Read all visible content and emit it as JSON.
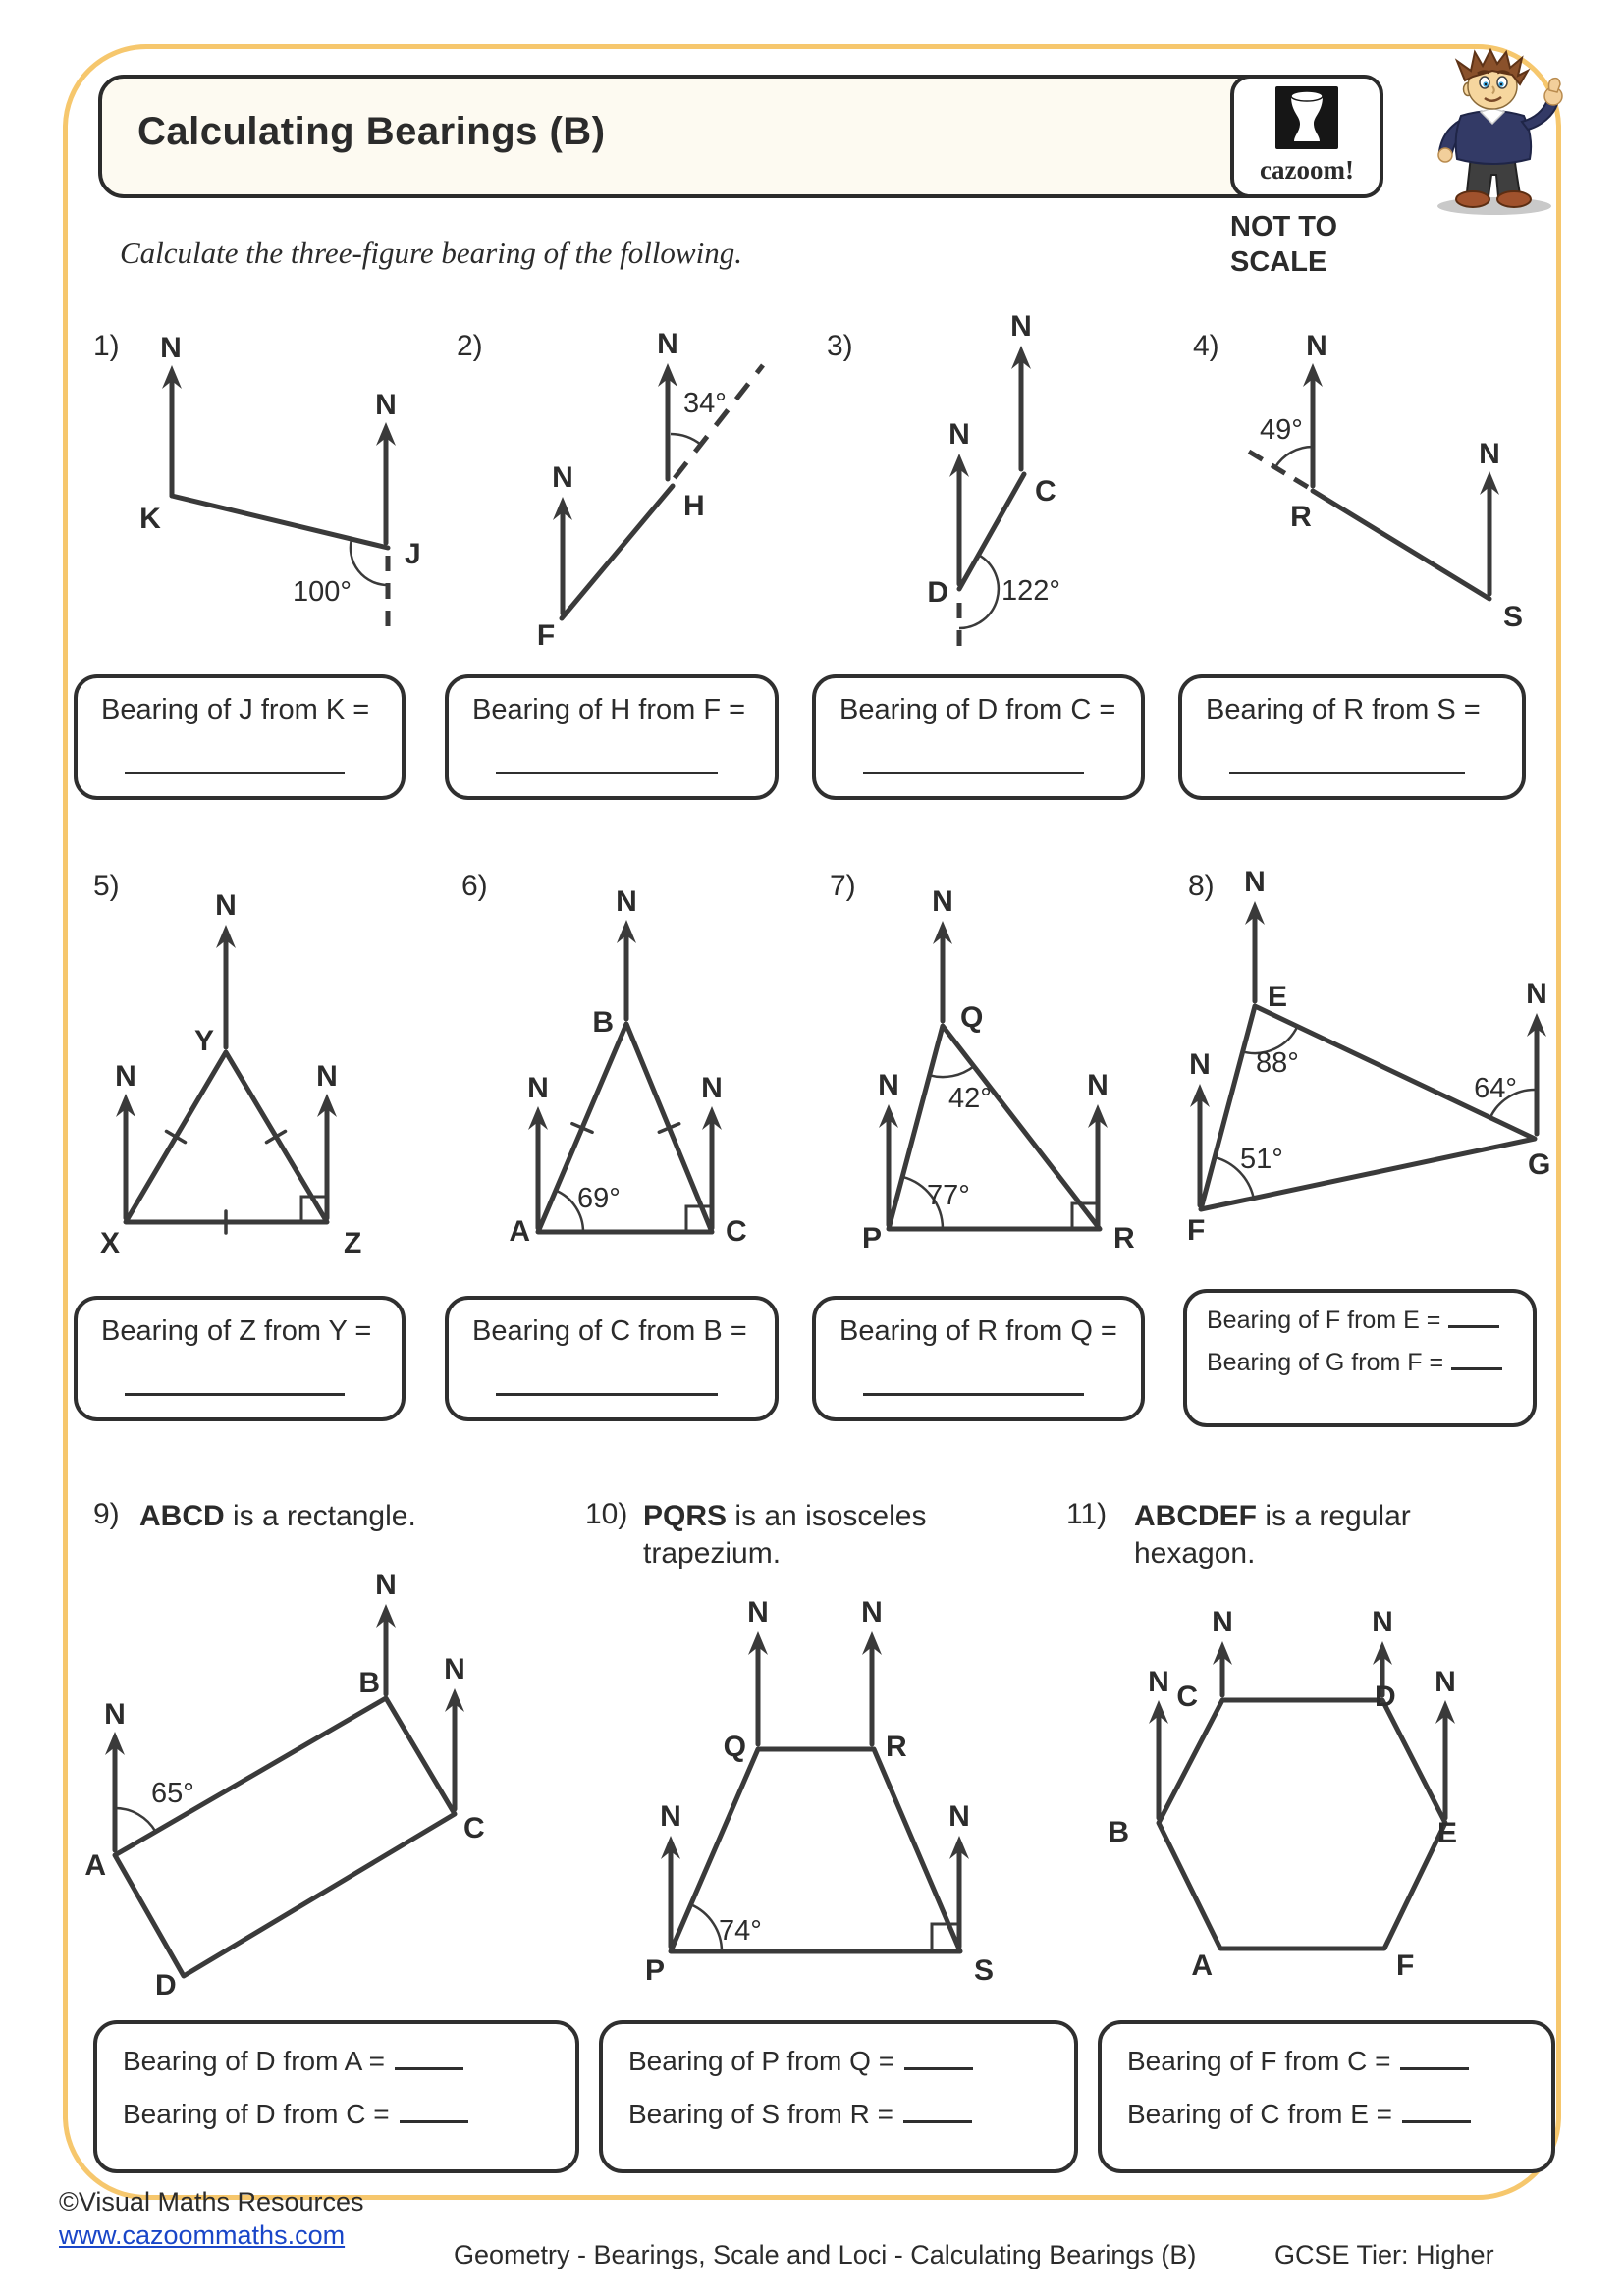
{
  "header": {
    "title": "Calculating Bearings (B)",
    "logo_text": "cazoom!",
    "not_to_scale_1": "NOT TO",
    "not_to_scale_2": "SCALE",
    "instruction": "Calculate the three-figure bearing of the following."
  },
  "labels": {
    "north": "N"
  },
  "problems": {
    "p1": {
      "num": "1)",
      "from": "K",
      "to": "J",
      "angle": "100°"
    },
    "p2": {
      "num": "2)",
      "from": "F",
      "to": "H",
      "angle": "34°"
    },
    "p3": {
      "num": "3)",
      "from": "D",
      "to": "C",
      "angle": "122°"
    },
    "p4": {
      "num": "4)",
      "from": "R",
      "to": "S",
      "angle": "49°"
    },
    "p5": {
      "num": "5)",
      "x": "X",
      "y": "Y",
      "z": "Z"
    },
    "p6": {
      "num": "6)",
      "a": "A",
      "b": "B",
      "c": "C",
      "angle": "69°"
    },
    "p7": {
      "num": "7)",
      "p": "P",
      "q": "Q",
      "r": "R",
      "angle_q": "42°",
      "angle_p": "77°"
    },
    "p8": {
      "num": "8)",
      "e": "E",
      "f": "F",
      "g": "G",
      "angle_e": "88°",
      "angle_f": "51°",
      "angle_g": "64°"
    },
    "p9": {
      "num": "9)",
      "shape": "ABCD",
      "desc": " is a rectangle.",
      "a": "A",
      "b": "B",
      "c": "C",
      "d": "D",
      "angle": "65°"
    },
    "p10": {
      "num": "10)",
      "shape": "PQRS",
      "desc": " is an isosceles",
      "desc2": "trapezium.",
      "p": "P",
      "q": "Q",
      "r": "R",
      "s": "S",
      "angle": "74°"
    },
    "p11": {
      "num": "11)",
      "shape": "ABCDEF",
      "desc": " is a regular",
      "desc2": "hexagon.",
      "a": "A",
      "b": "B",
      "c": "C",
      "d": "D",
      "e": "E",
      "f": "F"
    }
  },
  "answers": {
    "a1": "Bearing of J from K =",
    "a2": "Bearing of H from F =",
    "a3": "Bearing of D from C =",
    "a4": "Bearing of R from S =",
    "a5": "Bearing of Z from Y =",
    "a6": "Bearing of C from B =",
    "a7": "Bearing of R from Q =",
    "a8_1": "Bearing of F from E =",
    "a8_2": "Bearing of G from F =",
    "a9_1": "Bearing of D from A =",
    "a9_2": "Bearing of D from C =",
    "a10_1": "Bearing of P from Q =",
    "a10_2": "Bearing of S from R =",
    "a11_1": "Bearing of F from C =",
    "a11_2": "Bearing of C from E ="
  },
  "footer": {
    "copyright": "©Visual Maths Resources",
    "url": "www.cazoommaths.com",
    "center": "Geometry - Bearings, Scale and Loci - Calculating Bearings (B)",
    "tier": "GCSE Tier: Higher"
  }
}
